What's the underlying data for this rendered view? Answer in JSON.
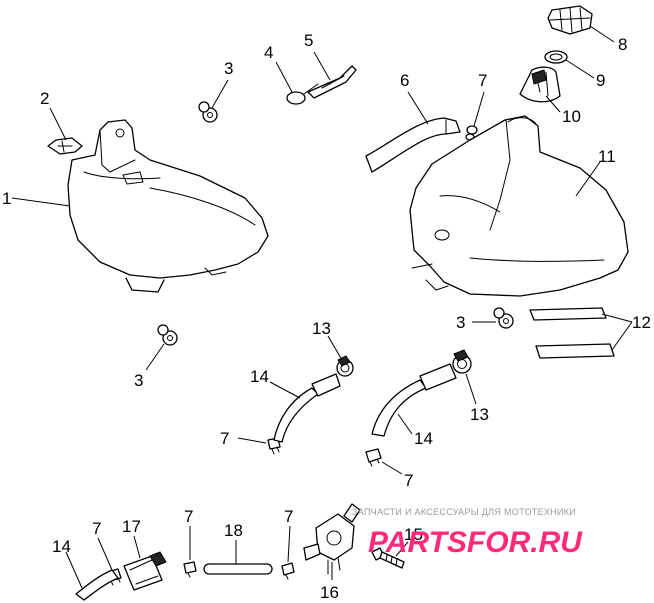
{
  "callouts": {
    "c1": "1",
    "c2": "2",
    "c3a": "3",
    "c3b": "3",
    "c3c": "3",
    "c4": "4",
    "c5": "5",
    "c6": "6",
    "c7a": "7",
    "c7b": "7",
    "c7c": "7",
    "c7d": "7",
    "c7e": "7",
    "c7f": "7",
    "c8": "8",
    "c9": "9",
    "c10": "10",
    "c11": "11",
    "c12": "12",
    "c13a": "13",
    "c13b": "13",
    "c14a": "14",
    "c14b": "14",
    "c14c": "14",
    "c15": "15",
    "c16": "16",
    "c17": "17",
    "c18": "18"
  },
  "watermark": {
    "tagline": "ЗАПЧАСТИ И АКСЕССУАРЫ ДЛЯ МОТОТЕХНИКИ",
    "logo": "PARTSFOR.RU"
  }
}
